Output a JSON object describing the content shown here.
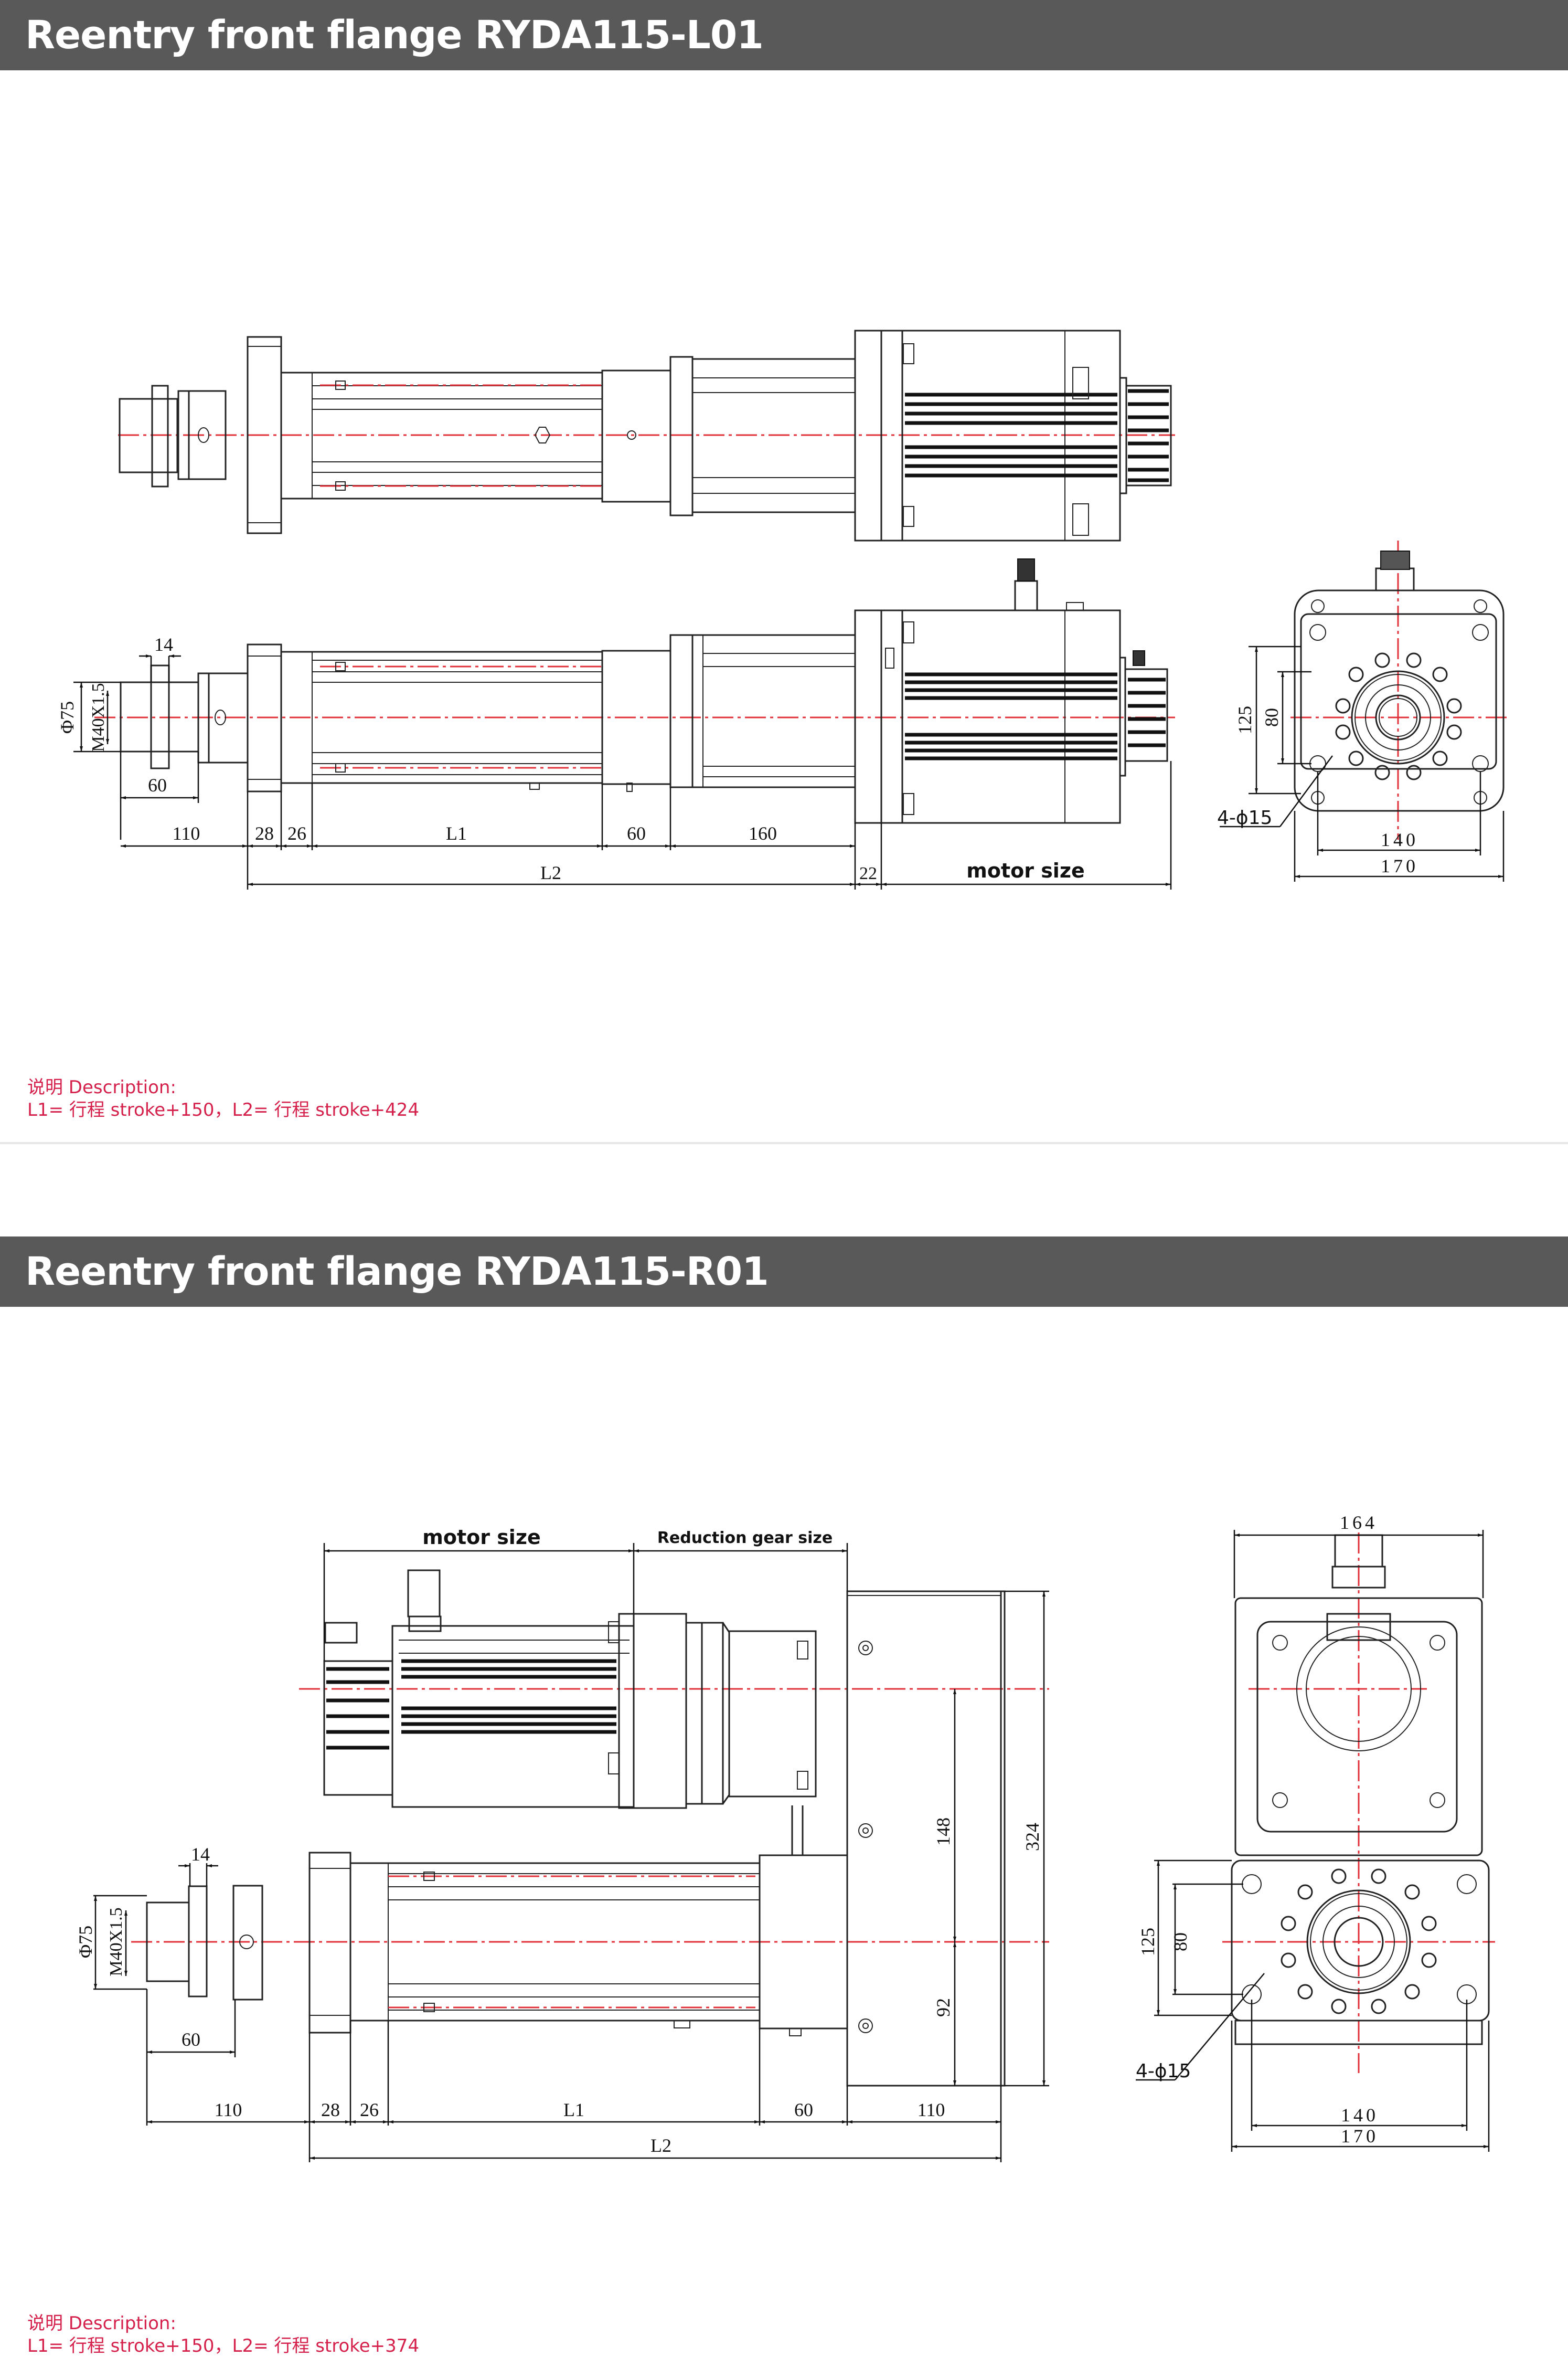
{
  "sections": [
    {
      "title": "Reentry front flange RYDA115-L01",
      "side_dims": {
        "d14": "14",
        "phi75": "Φ75",
        "m40": "M40X1.5",
        "d60a": "60",
        "d110": "110",
        "d28": "28",
        "d26": "26",
        "L1": "L1",
        "d60b": "60",
        "d160": "160",
        "L2": "L2",
        "d22": "22",
        "motor_size": "motor size"
      },
      "end_view_dims": {
        "d125": "125",
        "d80": "80",
        "holes": "4-ϕ15",
        "d140": "140",
        "d170": "170"
      },
      "description": {
        "heading": "说明 Description:",
        "text": "L1= 行程 stroke+150，L2= 行程 stroke+424"
      }
    },
    {
      "title": "Reentry front flange RYDA115-R01",
      "side_dims": {
        "motor_size": "motor size",
        "reduction_gear_size": "Reduction gear size",
        "d14": "14",
        "phi75": "Φ75",
        "m40": "M40X1.5",
        "d60a": "60",
        "d148": "148",
        "d92": "92",
        "d324": "324",
        "d110": "110",
        "d28": "28",
        "d26": "26",
        "L1": "L1",
        "d60b": "60",
        "d110b": "110",
        "L2": "L2"
      },
      "end_view_dims": {
        "d164": "164",
        "d125": "125",
        "d80": "80",
        "holes": "4-ϕ15",
        "d140": "140",
        "d170": "170"
      },
      "description": {
        "heading": "说明 Description:",
        "text": "L1= 行程 stroke+150，L2= 行程 stroke+374"
      }
    }
  ],
  "colors": {
    "header_bg": "#595959",
    "header_text": "#ffffff",
    "description_text": "#d4204a",
    "centerline": "#e0303a"
  }
}
